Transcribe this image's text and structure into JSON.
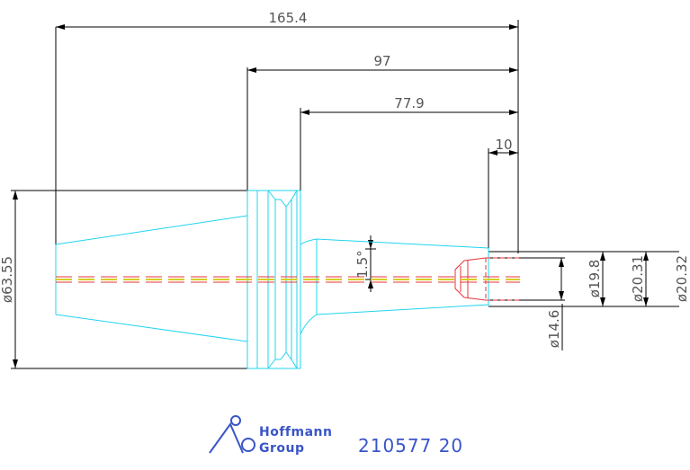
{
  "dimensions": {
    "overall_length": "165.4",
    "length_97": "97",
    "length_77_9": "77.9",
    "length_10": "10",
    "flange_diameter": "ø63.55",
    "angle": "1.5°",
    "bore_diameter": "ø14.6",
    "dia_19_8": "ø19.8",
    "dia_20_31": "ø20.31",
    "dia_20_32": "ø20.32"
  },
  "brand": {
    "line1": "Hoffmann",
    "line2": "Group",
    "part_number": "210577  20",
    "color": "#3a55c7"
  },
  "colors": {
    "dimension_lines": "#000000",
    "tool_outline": "#21d4ee",
    "detail": "#e8333b",
    "centerline": "#d7cf1f"
  }
}
